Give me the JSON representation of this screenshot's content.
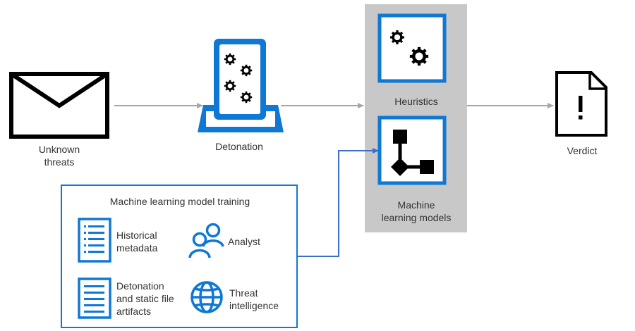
{
  "nodes": {
    "unknown_threats": "Unknown\nthreats",
    "detonation": "Detonation",
    "heuristics": "Heuristics",
    "ml_models": "Machine\nlearning models",
    "verdict": "Verdict"
  },
  "training": {
    "title": "Machine learning model training",
    "items": {
      "historical_metadata": "Historical\nmetadata",
      "analyst": "Analyst",
      "detonation_artifacts": "Detonation\nand static file\nartifacts",
      "threat_intelligence": "Threat\nintelligence"
    }
  },
  "colors": {
    "accent_blue": "#0f78d4",
    "panel_gray": "#c8c8c8",
    "arrow_gray": "#a6a6a6",
    "arrow_blue": "#3b6fc5",
    "icon_black": "#000000"
  }
}
